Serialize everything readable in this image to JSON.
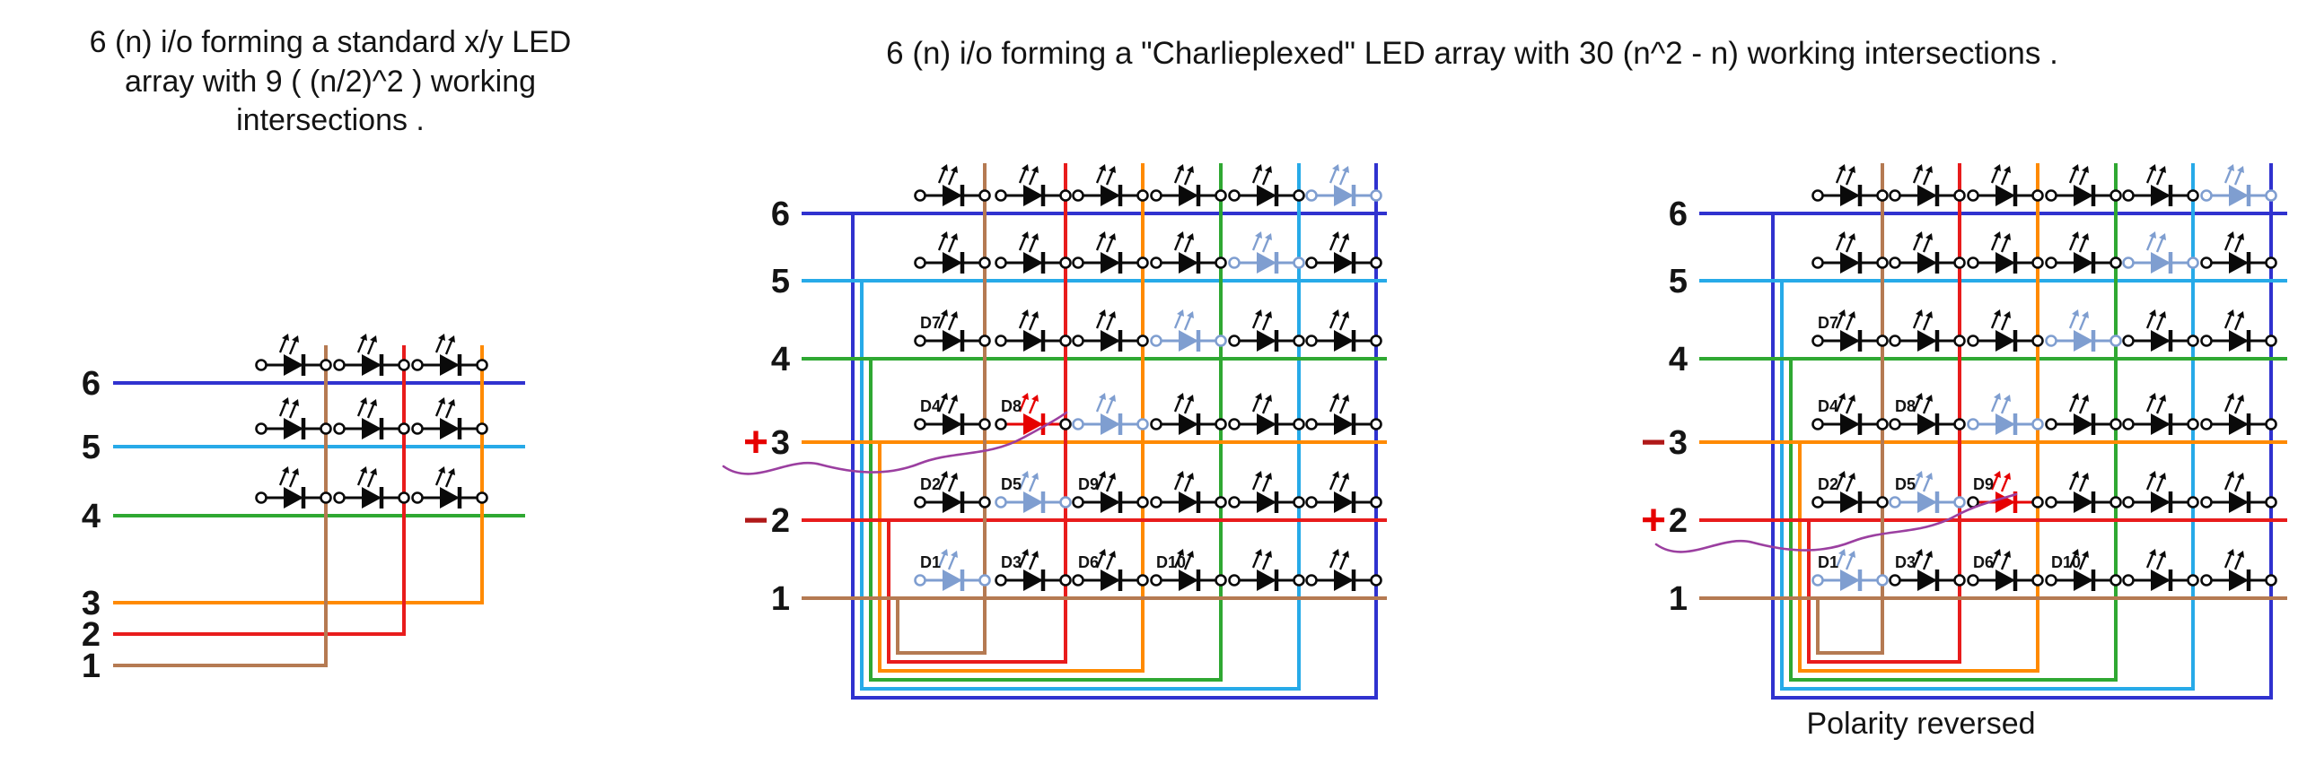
{
  "colors": {
    "io_lines": {
      "1": "#b57a52",
      "2": "#e81c1c",
      "3": "#ff8a00",
      "4": "#2fa832",
      "5": "#27aae8",
      "6": "#3032cf"
    },
    "led_black": "#0a0a0a",
    "led_ghost": "#7f9ed0",
    "led_lit": "#e60000",
    "annotation_purple": "#9b3fa0",
    "sign_plus": "#e60000",
    "sign_minus": "#b01818",
    "label_text": "#141414"
  },
  "standard_panel": {
    "title_lines": [
      "6 (n)  i/o forming a standard x/y LED",
      "array with 9 ( (n/2)^2 ) working",
      "intersections ."
    ],
    "row_labels": [
      "6",
      "5",
      "4"
    ],
    "column_labels": [
      "3",
      "2",
      "1"
    ]
  },
  "charlie_panel": {
    "title": "6 (n) i/o forming a \"Charlieplexed\"  LED  array with 30 (n^2 - n) working intersections .",
    "row_labels": [
      "6",
      "5",
      "4",
      "3",
      "2",
      "1"
    ],
    "signs": [
      {
        "row": "3",
        "sign": "+"
      },
      {
        "row": "2",
        "sign": "−"
      }
    ],
    "led_labels": [
      {
        "label": "D1",
        "row": 1,
        "col": 1
      },
      {
        "label": "D2",
        "row": 2,
        "col": 1
      },
      {
        "label": "D3",
        "row": 1,
        "col": 2
      },
      {
        "label": "D4",
        "row": 3,
        "col": 1
      },
      {
        "label": "D5",
        "row": 2,
        "col": 2
      },
      {
        "label": "D6",
        "row": 1,
        "col": 3
      },
      {
        "label": "D7",
        "row": 4,
        "col": 1
      },
      {
        "label": "D8",
        "row": 3,
        "col": 2
      },
      {
        "label": "D9",
        "row": 2,
        "col": 3
      },
      {
        "label": "D10",
        "row": 1,
        "col": 4
      }
    ],
    "ghost_leds": [
      {
        "row": 1,
        "col": 1
      },
      {
        "row": 2,
        "col": 2
      },
      {
        "row": 3,
        "col": 3
      },
      {
        "row": 4,
        "col": 4
      },
      {
        "row": 5,
        "col": 5
      },
      {
        "row": 6,
        "col": 6
      }
    ],
    "lit_led": {
      "label": "D8",
      "row": 3,
      "col": 2
    }
  },
  "charlie_reversed_panel": {
    "row_labels": [
      "6",
      "5",
      "4",
      "3",
      "2",
      "1"
    ],
    "signs": [
      {
        "row": "3",
        "sign": "−"
      },
      {
        "row": "2",
        "sign": "+"
      }
    ],
    "led_labels": [
      {
        "label": "D1",
        "row": 1,
        "col": 1
      },
      {
        "label": "D2",
        "row": 2,
        "col": 1
      },
      {
        "label": "D3",
        "row": 1,
        "col": 2
      },
      {
        "label": "D4",
        "row": 3,
        "col": 1
      },
      {
        "label": "D5",
        "row": 2,
        "col": 2
      },
      {
        "label": "D6",
        "row": 1,
        "col": 3
      },
      {
        "label": "D7",
        "row": 4,
        "col": 1
      },
      {
        "label": "D8",
        "row": 3,
        "col": 2
      },
      {
        "label": "D9",
        "row": 2,
        "col": 3
      },
      {
        "label": "D10",
        "row": 1,
        "col": 4
      }
    ],
    "ghost_leds": [
      {
        "row": 1,
        "col": 1
      },
      {
        "row": 2,
        "col": 2
      },
      {
        "row": 3,
        "col": 3
      },
      {
        "row": 4,
        "col": 4
      },
      {
        "row": 5,
        "col": 5
      },
      {
        "row": 6,
        "col": 6
      }
    ],
    "lit_led": {
      "label": "D9",
      "row": 2,
      "col": 3
    },
    "caption": "Polarity reversed"
  }
}
